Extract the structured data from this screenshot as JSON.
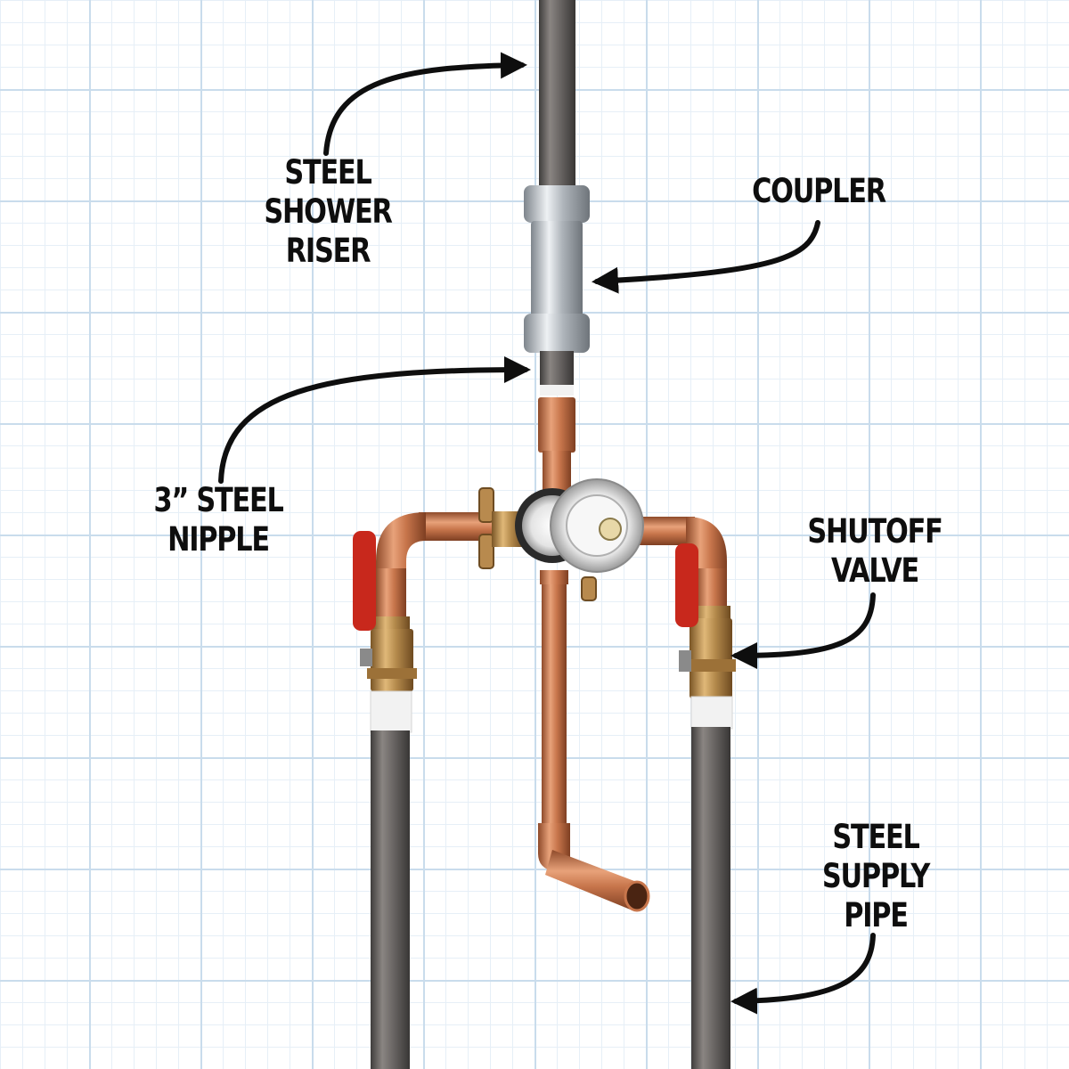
{
  "labels": {
    "riser": {
      "line1": "STEEL",
      "line2": "SHOWER",
      "line3": "RISER"
    },
    "coupler": {
      "line1": "COUPLER"
    },
    "nipple": {
      "line1": "3” STEEL",
      "line2": "NIPPLE"
    },
    "shutoff": {
      "line1": "SHUTOFF",
      "line2": "VALVE"
    },
    "supply": {
      "line1": "STEEL",
      "line2": "SUPPLY",
      "line3": "PIPE"
    }
  },
  "colors": {
    "steel": "#6b6866",
    "copper": "#c8764c",
    "brass": "#b48a4c",
    "valve_handle": "#c8281c",
    "galvanized": "#b8bdc2",
    "arrow": "#0e0e0e",
    "grid_major": "#c9dcec",
    "grid_minor": "#e6eff7"
  }
}
